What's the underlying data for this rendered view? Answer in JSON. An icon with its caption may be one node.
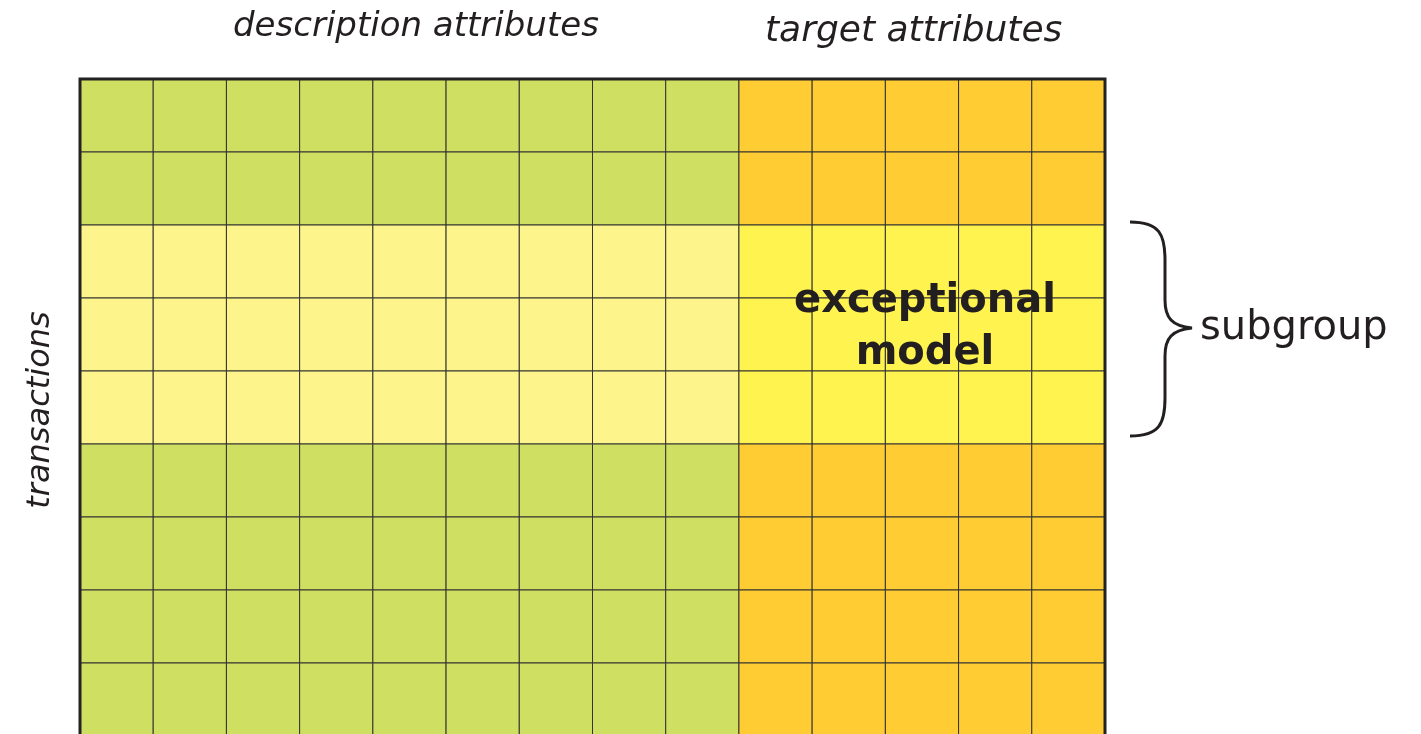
{
  "diagram": {
    "labels": [
      "description attributes",
      "target attributes",
      "transactions",
      "exceptional model",
      "subgroup"
    ]
  }
}
